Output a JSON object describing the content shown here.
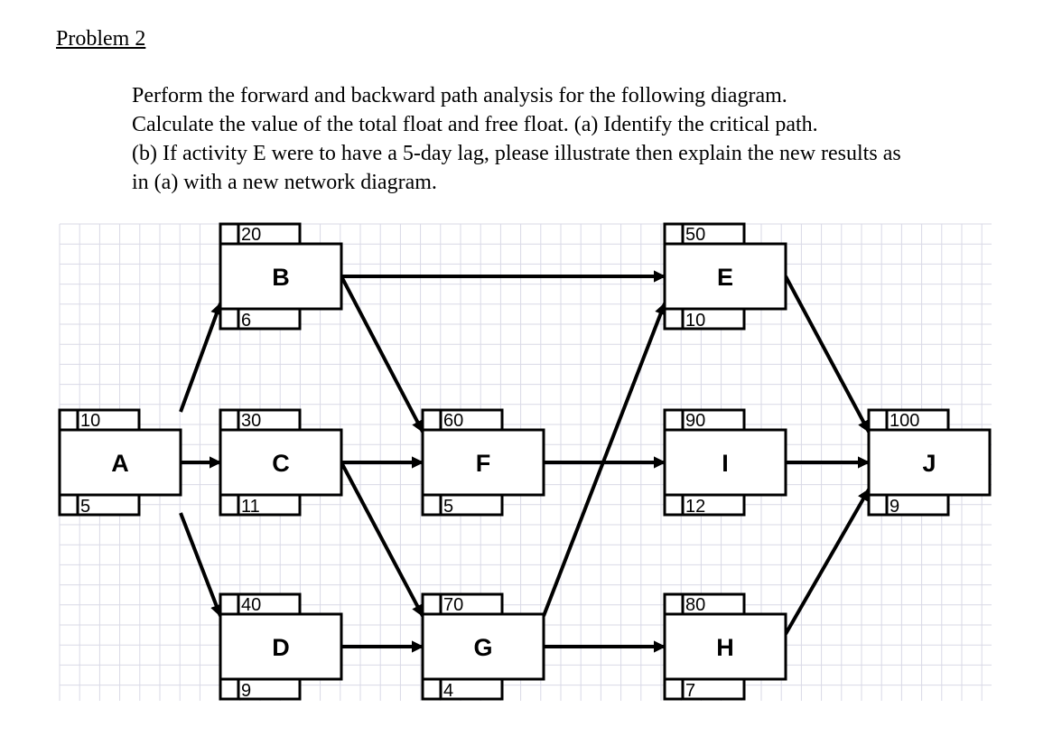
{
  "problem_title": "Problem 2",
  "instructions": [
    "Perform the forward and backward path analysis for the following diagram.",
    "Calculate the value of the total float and free float. (a) Identify the critical path.",
    "(b) If activity E were to have a 5-day lag, please illustrate then explain the new results as",
    "in (a) with a new network diagram."
  ],
  "nodes": {
    "A": {
      "id": "10",
      "name": "A",
      "duration": "5"
    },
    "B": {
      "id": "20",
      "name": "B",
      "duration": "6"
    },
    "C": {
      "id": "30",
      "name": "C",
      "duration": "11"
    },
    "D": {
      "id": "40",
      "name": "D",
      "duration": "9"
    },
    "E": {
      "id": "50",
      "name": "E",
      "duration": "10"
    },
    "F": {
      "id": "60",
      "name": "F",
      "duration": "5"
    },
    "G": {
      "id": "70",
      "name": "G",
      "duration": "4"
    },
    "H": {
      "id": "80",
      "name": "H",
      "duration": "7"
    },
    "I": {
      "id": "90",
      "name": "I",
      "duration": "12"
    },
    "J": {
      "id": "100",
      "name": "J",
      "duration": "9"
    }
  },
  "edges": [
    {
      "from": "A",
      "to": "B"
    },
    {
      "from": "A",
      "to": "C"
    },
    {
      "from": "A",
      "to": "D"
    },
    {
      "from": "B",
      "to": "E"
    },
    {
      "from": "B",
      "to": "F"
    },
    {
      "from": "C",
      "to": "F"
    },
    {
      "from": "C",
      "to": "G"
    },
    {
      "from": "D",
      "to": "G"
    },
    {
      "from": "F",
      "to": "I"
    },
    {
      "from": "G",
      "to": "E"
    },
    {
      "from": "G",
      "to": "H"
    },
    {
      "from": "E",
      "to": "J"
    },
    {
      "from": "I",
      "to": "J"
    },
    {
      "from": "H",
      "to": "J"
    }
  ],
  "colors": {
    "grid": "#d9d9e6",
    "stroke": "#000000",
    "background": "#ffffff"
  }
}
